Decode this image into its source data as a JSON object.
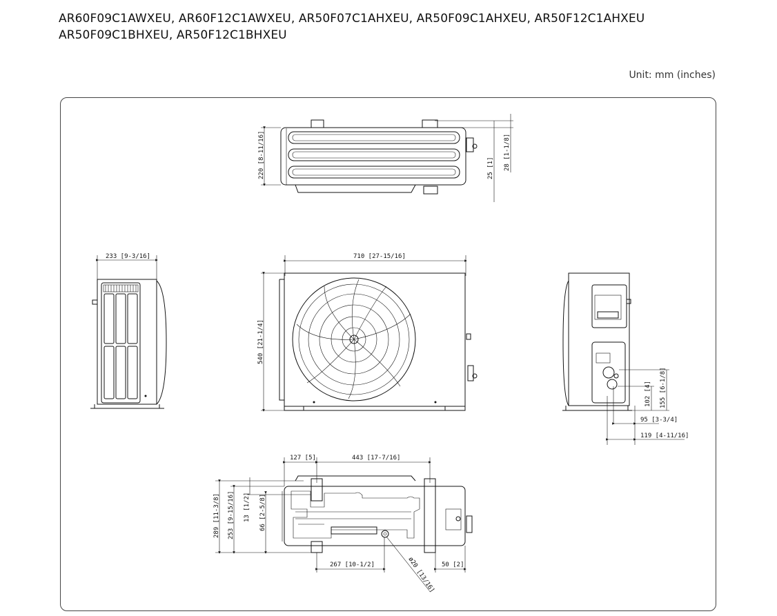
{
  "header": {
    "models_line1": "AR60F09C1AWXEU, AR60F12C1AWXEU, AR50F07C1AHXEU, AR50F09C1AHXEU, AR50F12C1AHXEU",
    "models_line2": "AR50F09C1BHXEU, AR50F12C1BHXEU",
    "unit_label": "Unit: mm (inches)"
  },
  "dimensions": {
    "top_view_depth": "220 [8-11/16]",
    "top_view_offset_25": "25 [1]",
    "top_view_offset_28": "28 [1-1/8]",
    "side_width": "233 [9-3/16]",
    "front_width": "710 [27-15/16]",
    "front_height": "540 [21-1/4]",
    "right_102": "102 [4]",
    "right_155": "155 [6-1/8]",
    "right_95": "95 [3-3/4]",
    "right_119": "119 [4-11/16]",
    "bottom_127": "127 [5]",
    "bottom_443": "443 [17-7/16]",
    "bottom_289": "289 [11-3/8]",
    "bottom_253": "253 [9-15/16]",
    "bottom_13": "13 [1/2]",
    "bottom_66": "66 [2-5/8]",
    "bottom_267": "267 [10-1/2]",
    "bottom_50": "50 [2]",
    "bottom_dia20": "ø20 [13/16]"
  }
}
